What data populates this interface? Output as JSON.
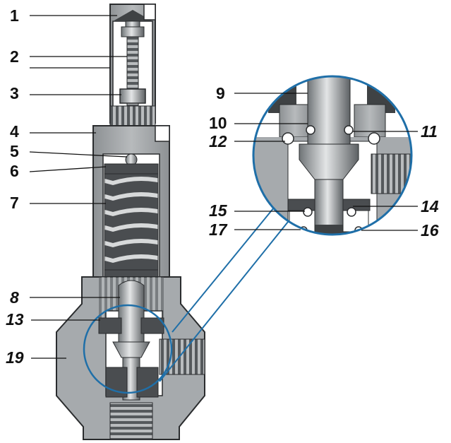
{
  "colors": {
    "steel_dark": "#3f4244",
    "steel_mid": "#8a8f93",
    "steel_light": "#c9ccce",
    "body_grey": "#9ea2a5",
    "section_cut": "#2a2c2e",
    "cavity": "#ffffff",
    "detail_ring": "#1f6fa8"
  },
  "callouts": [
    {
      "id": "1",
      "text": "1"
    },
    {
      "id": "2",
      "text": "2"
    },
    {
      "id": "3",
      "text": "3"
    },
    {
      "id": "4",
      "text": "4"
    },
    {
      "id": "5",
      "text": "5"
    },
    {
      "id": "6",
      "text": "6"
    },
    {
      "id": "7",
      "text": "7"
    },
    {
      "id": "8",
      "text": "8"
    },
    {
      "id": "13",
      "text": "13"
    },
    {
      "id": "19",
      "text": "19"
    },
    {
      "id": "9",
      "text": "9"
    },
    {
      "id": "10",
      "text": "10"
    },
    {
      "id": "11",
      "text": "11"
    },
    {
      "id": "12",
      "text": "12"
    },
    {
      "id": "15",
      "text": "15"
    },
    {
      "id": "14",
      "text": "14"
    },
    {
      "id": "17",
      "text": "17"
    },
    {
      "id": "16",
      "text": "16"
    }
  ]
}
